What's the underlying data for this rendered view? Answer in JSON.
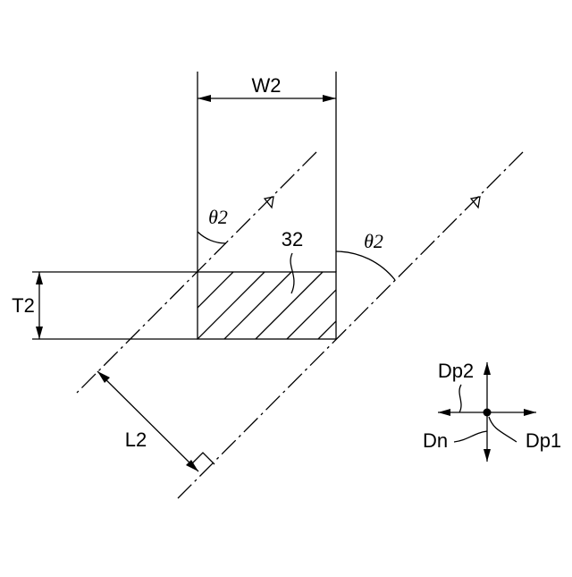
{
  "labels": {
    "width": "W2",
    "thickness": "T2",
    "length": "L2",
    "angle_left": "θ2",
    "angle_right": "θ2",
    "part_number": "32"
  },
  "directions": {
    "dp2": "Dp2",
    "dp1": "Dp1",
    "dn": "Dn"
  }
}
